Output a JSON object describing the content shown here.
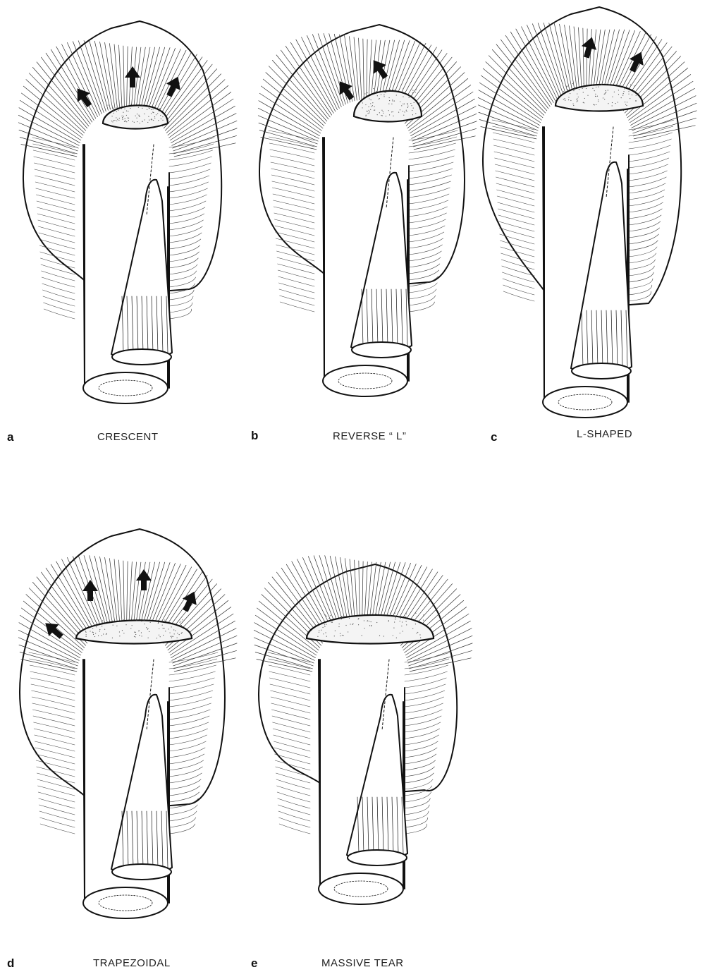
{
  "panels": [
    {
      "letter": "a",
      "caption": "CRESCENT"
    },
    {
      "letter": "b",
      "caption": "REVERSE “ L”"
    },
    {
      "letter": "c",
      "caption": "L-SHAPED"
    },
    {
      "letter": "d",
      "caption": "TRAPEZOIDAL"
    },
    {
      "letter": "e",
      "caption": "MASSIVE TEAR"
    }
  ]
}
